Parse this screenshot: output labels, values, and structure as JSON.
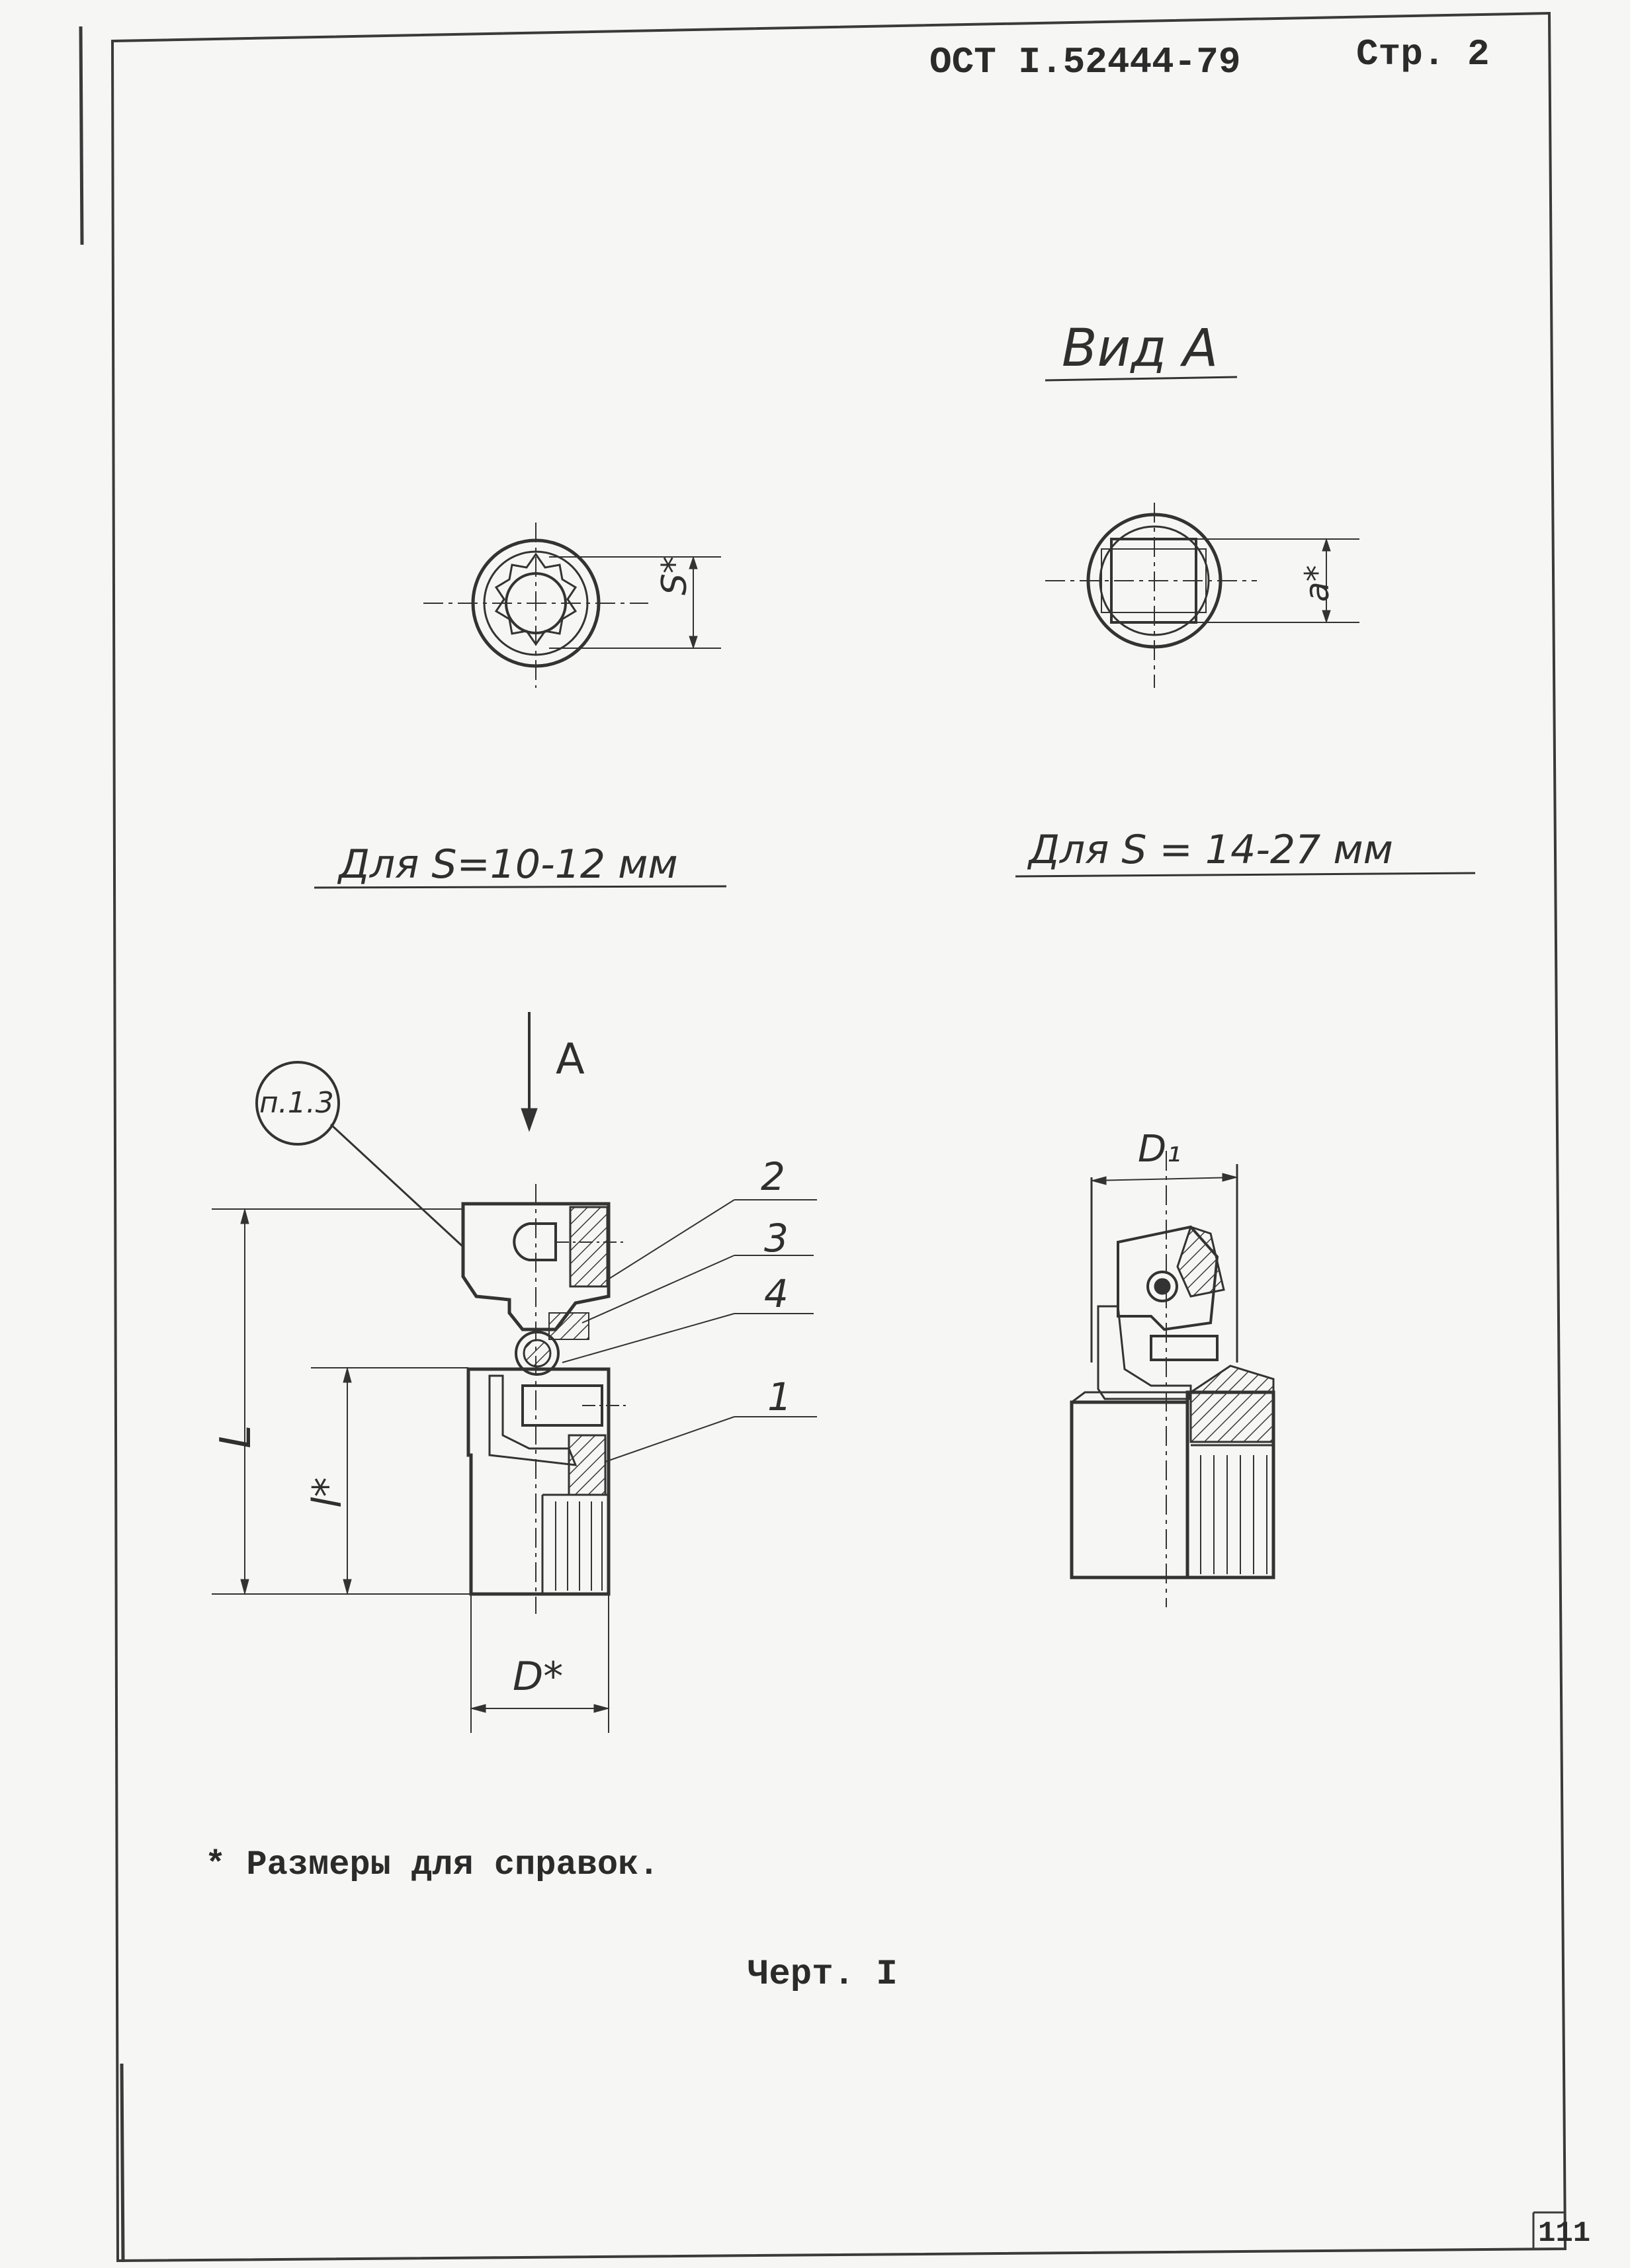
{
  "header": {
    "doc_code": "ОСТ I.52444-79",
    "page_label": "Стр. 2"
  },
  "view_a": {
    "title": "Вид А"
  },
  "captions": {
    "small_range": "Для S=10-12 мм",
    "large_range": "Для S = 14-27 мм"
  },
  "dimensions": {
    "s_star": "S*",
    "a_star": "a*",
    "arrow_a": "А",
    "note_ref": "п.1.3",
    "L": "L",
    "l_star": "l*",
    "D_star": "D*",
    "D1": "D₁"
  },
  "callouts": [
    "2",
    "3",
    "4",
    "1"
  ],
  "footnote": "* Размеры для справок.",
  "figure_label": "Черт. I",
  "sheet_number": "111",
  "colors": {
    "paper": "#f6f6f4",
    "ink": "#2b2b2b"
  }
}
